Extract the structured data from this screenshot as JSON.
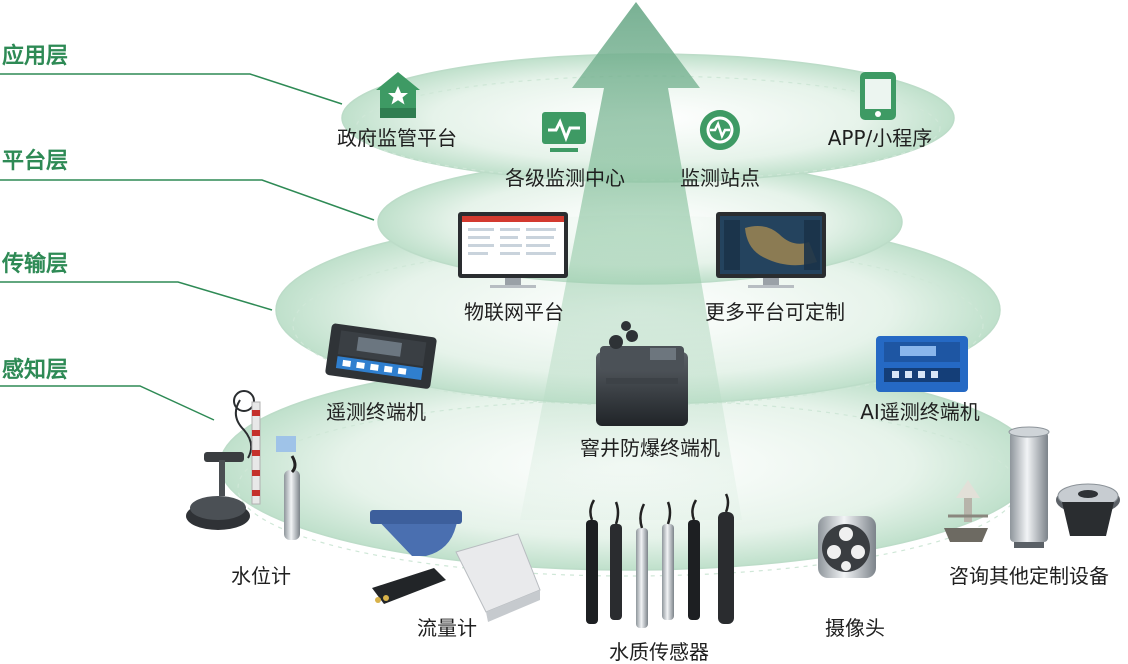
{
  "layers": {
    "application": "应用层",
    "platform": "平台层",
    "transport": "传输层",
    "perception": "感知层"
  },
  "application_items": {
    "gov": "政府监管平台",
    "center": "各级监测中心",
    "station": "监测站点",
    "app": "APP/小程序"
  },
  "platform_items": {
    "iot": "物联网平台",
    "custom": "更多平台可定制"
  },
  "transport_items": {
    "rtu": "遥测终端机",
    "explosion": "窨井防爆终端机",
    "ai_rtu": "AI遥测终端机"
  },
  "perception_items": {
    "level": "水位计",
    "flow": "流量计",
    "quality": "水质传感器",
    "camera": "摄像头",
    "other": "咨询其他定制设备"
  },
  "icons": {
    "gov": "house-star-icon",
    "center": "monitor-pulse-icon",
    "station": "map-pin-pulse-icon",
    "app": "smartphone-icon"
  },
  "colors": {
    "accent": "#2e8a55",
    "icon": "#3e9a64"
  }
}
